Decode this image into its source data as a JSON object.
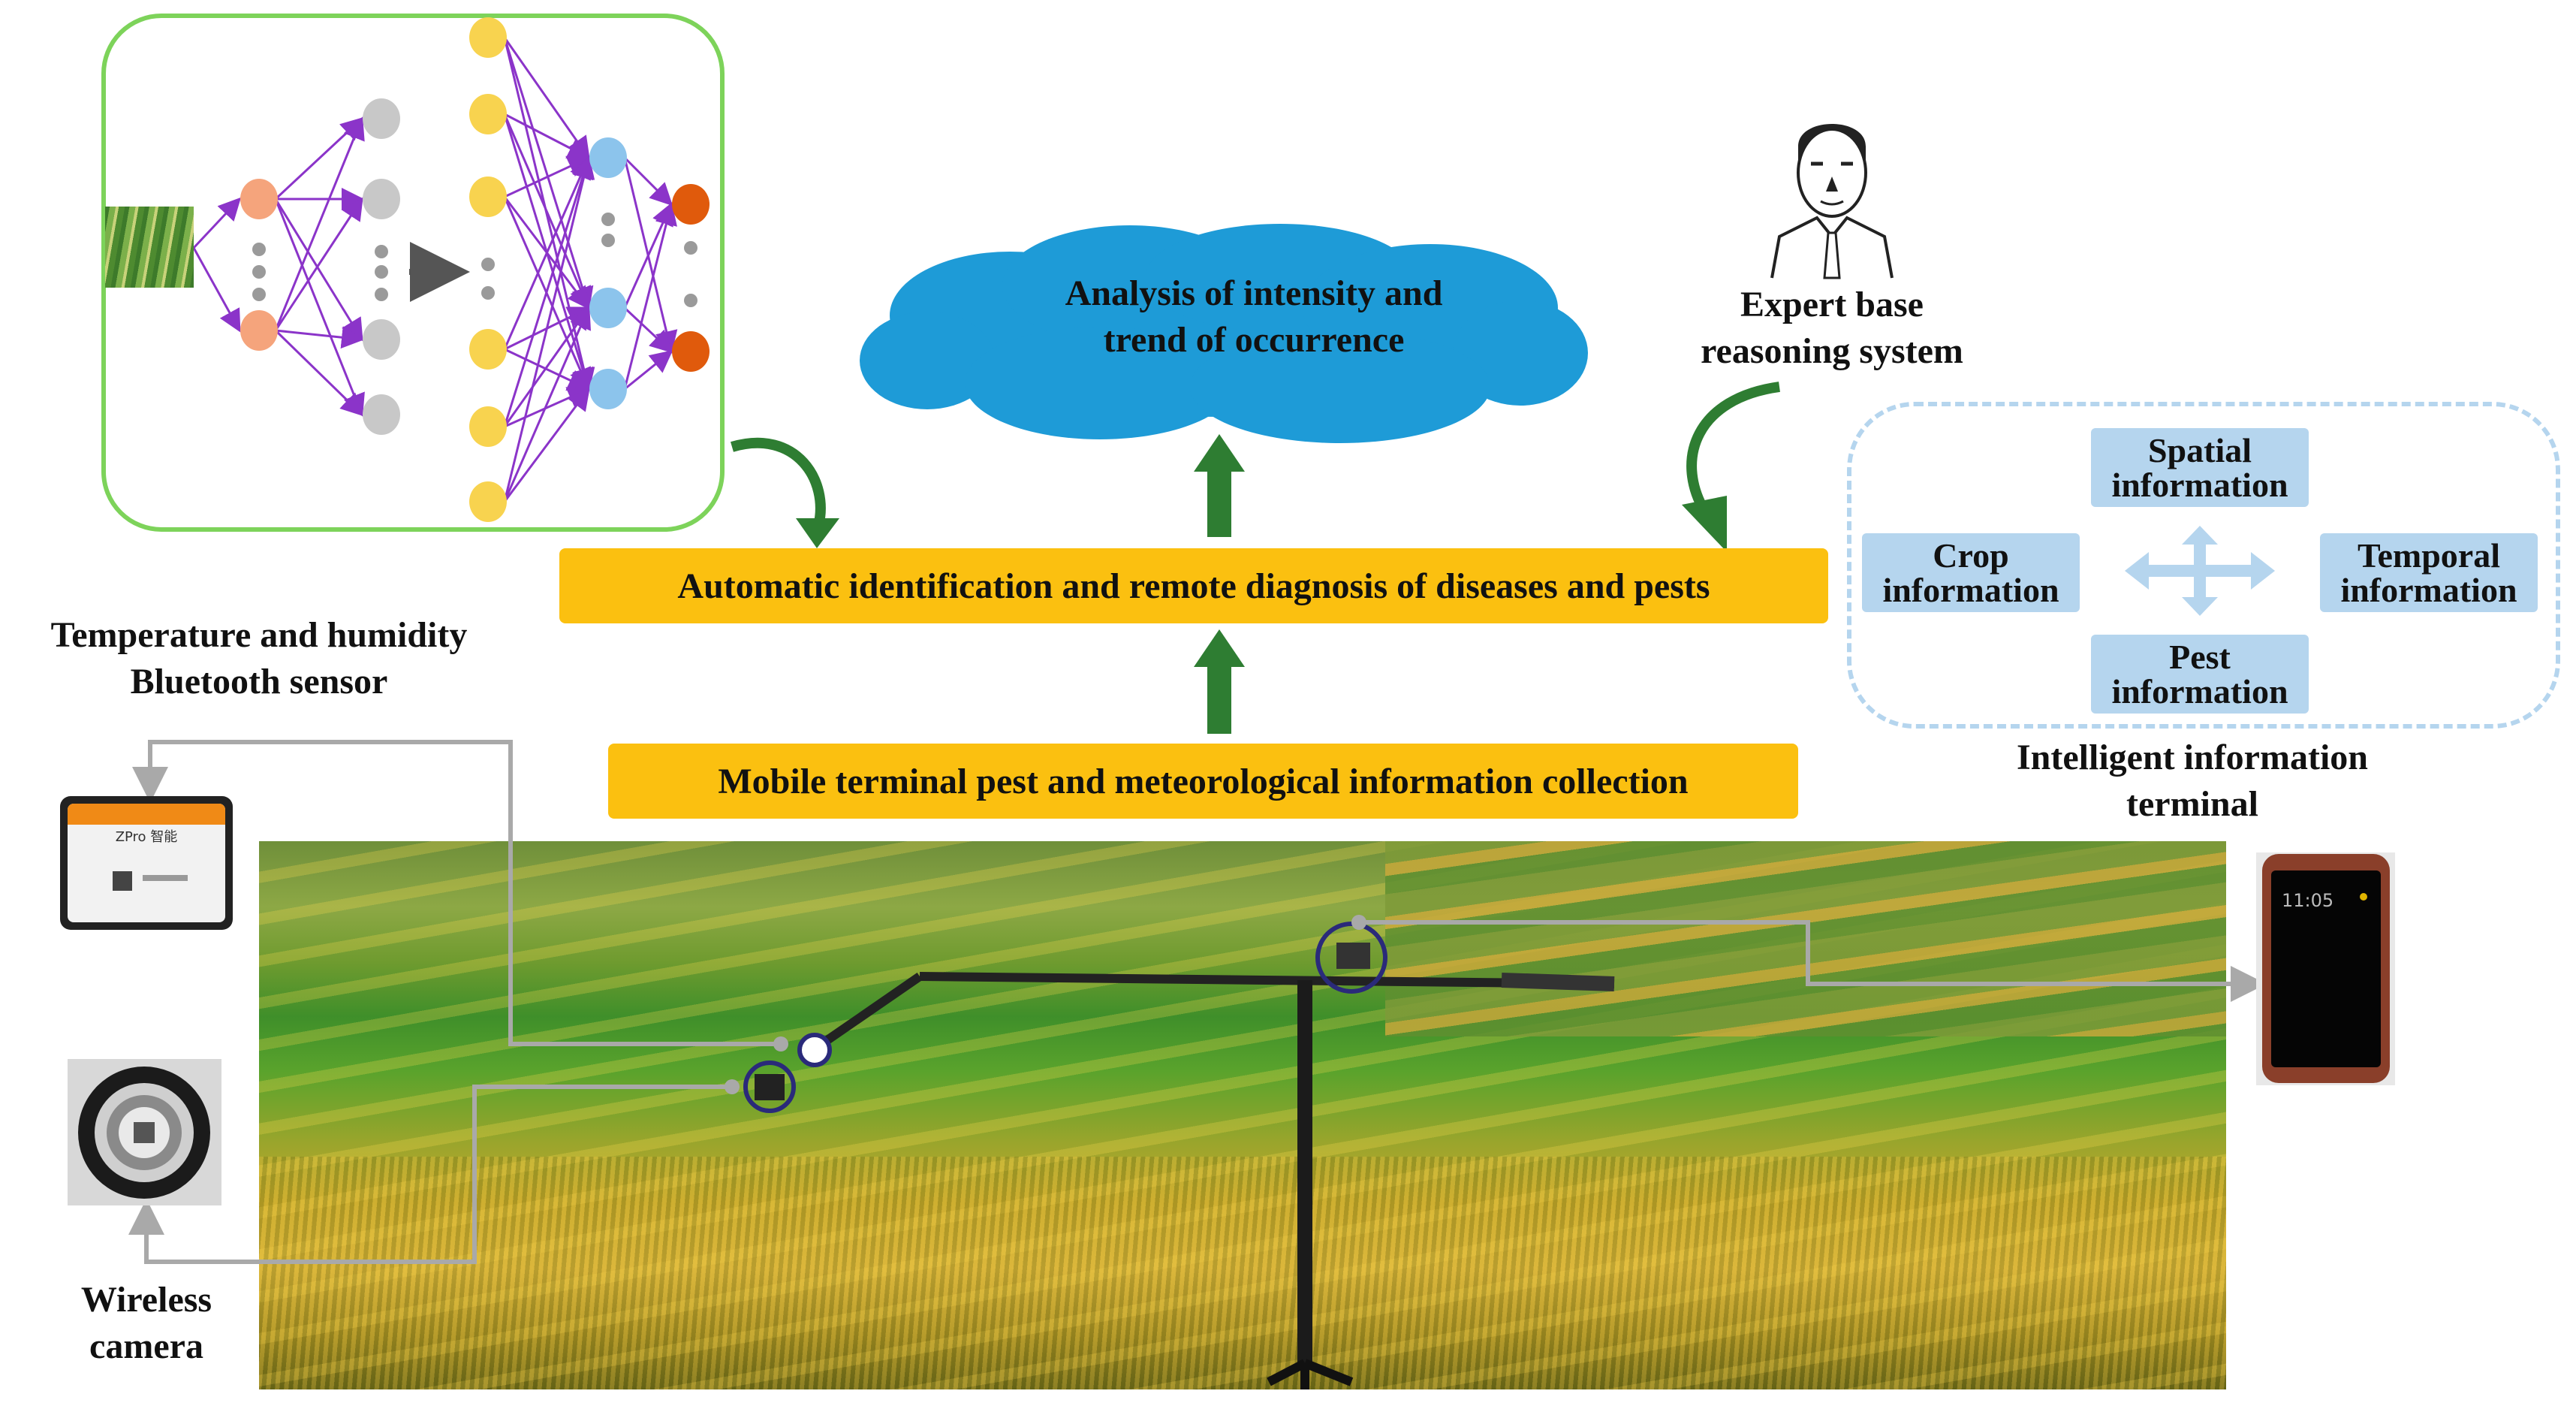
{
  "cloud": {
    "line1": "Analysis  of intensity and",
    "line2": "trend  of occurrence"
  },
  "expert": {
    "line1": "Expert base",
    "line2": "reasoning system"
  },
  "diagnosis_bar": "Automatic identification and remote diagnosis of diseases and pests",
  "collection_bar": "Mobile terminal pest and meteorological information collection",
  "sensor_label": {
    "line1": "Temperature  and  humidity",
    "line2": "Bluetooth sensor"
  },
  "camera_label": {
    "line1": "Wireless",
    "line2": "camera"
  },
  "terminal_label": {
    "line1": "Intelligent information",
    "line2": "terminal"
  },
  "info_boxes": {
    "spatial": {
      "line1": "Spatial",
      "line2": "information"
    },
    "crop": {
      "line1": "Crop",
      "line2": "information"
    },
    "temporal": {
      "line1": "Temporal",
      "line2": "information"
    },
    "pest": {
      "line1": "Pest",
      "line2": "information"
    }
  },
  "sensor_device": {
    "brand": "ZPro",
    "sub": "智能"
  },
  "phone_time": "11:05",
  "colors": {
    "bar_yellow": "#fbc010",
    "cloud_blue": "#1e9bd7",
    "arrow_green": "#2e7d32",
    "nn_frame": "#7dd35a",
    "nn_edge": "#8b34c9",
    "info_blue": "#b5d5ee",
    "connector_gray": "#a9a9a9"
  }
}
